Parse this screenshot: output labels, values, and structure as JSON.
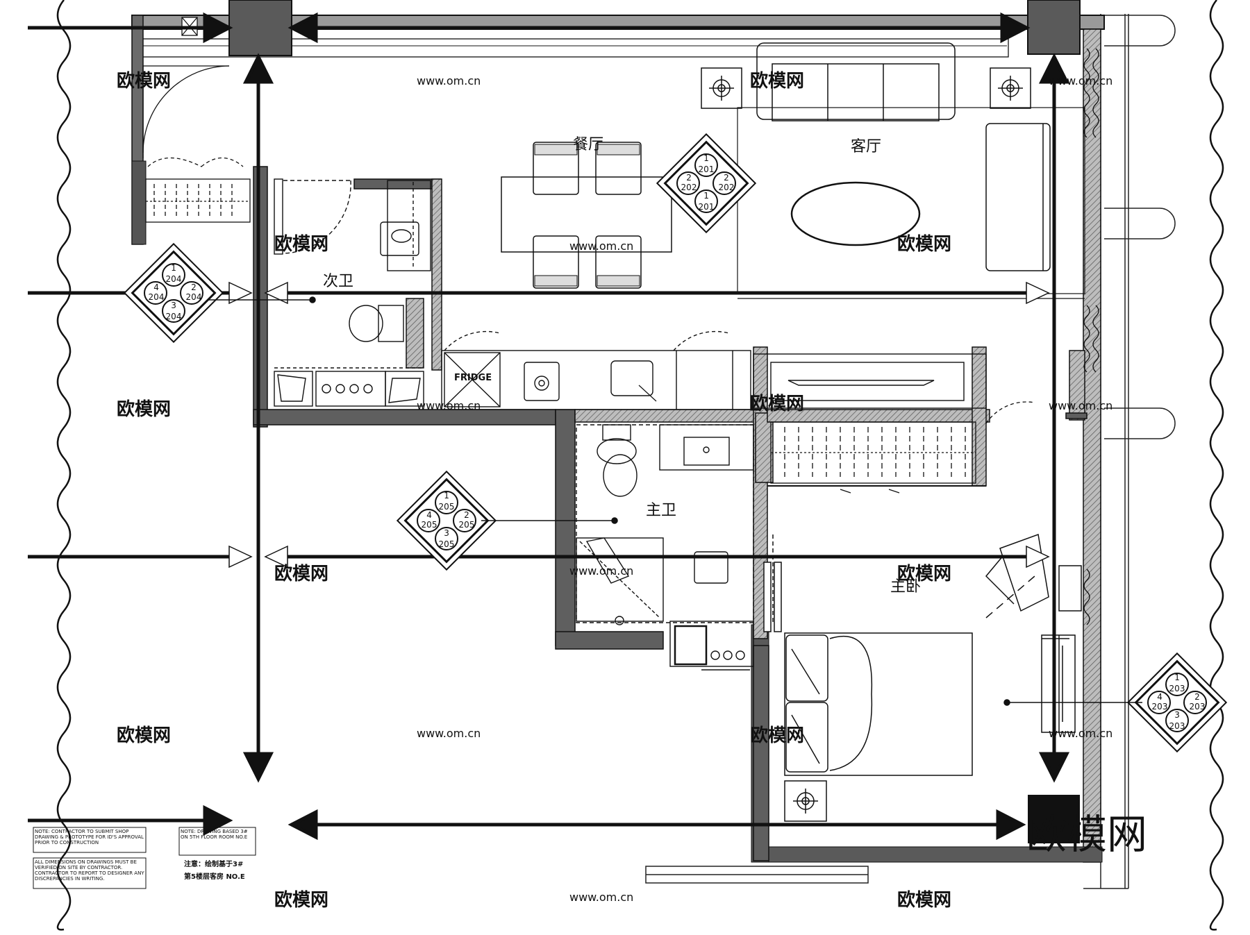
{
  "rooms": {
    "dining": "餐厅",
    "living": "客厅",
    "second_bath": "次卫",
    "master_bath": "主卫",
    "master_bed": "主卧"
  },
  "fridge_label": "FRIDGE",
  "markers": {
    "dining": {
      "n1": "1",
      "n2": "2",
      "n3": "1",
      "n4": "2",
      "ref_a": "201",
      "ref_b": "202",
      "ref_c": "201",
      "ref_d": "202"
    },
    "second_bath": {
      "n1": "1",
      "n2": "2",
      "n3": "3",
      "n4": "4",
      "ref_a": "204",
      "ref_b": "204",
      "ref_c": "204",
      "ref_d": "204"
    },
    "master_bath": {
      "n1": "1",
      "n2": "2",
      "n3": "3",
      "n4": "4",
      "ref_a": "205",
      "ref_b": "205",
      "ref_c": "205",
      "ref_d": "205"
    },
    "master_bed": {
      "n1": "1",
      "n2": "2",
      "n3": "3",
      "n4": "4",
      "ref_a": "203",
      "ref_b": "203",
      "ref_c": "203",
      "ref_d": "203"
    }
  },
  "notes": {
    "note1": "NOTE: CONTRACTOR TO SUBMIT SHOP DRAWING & PROTOTYPE FOR ID'S APPROVAL PRIOR TO CONSTRUCTION",
    "note2": "ALL DIMENSIONS ON DRAWINGS MUST BE VERIFIED ON SITE BY CONTRACTOR. CONTRACTOR TO REPORT TO DESIGNER ANY DISCREPANCIES IN WRITING.",
    "note3": "NOTE: DRAWING BASED 3# ON 5TH FLOOR ROOM NO.E",
    "note_cn_1": "注意：绘制基于3#",
    "note_cn_2": "第5楼层客房 NO.E"
  },
  "watermarks": {
    "brand": "欧模网",
    "url": "www.om.cn"
  }
}
